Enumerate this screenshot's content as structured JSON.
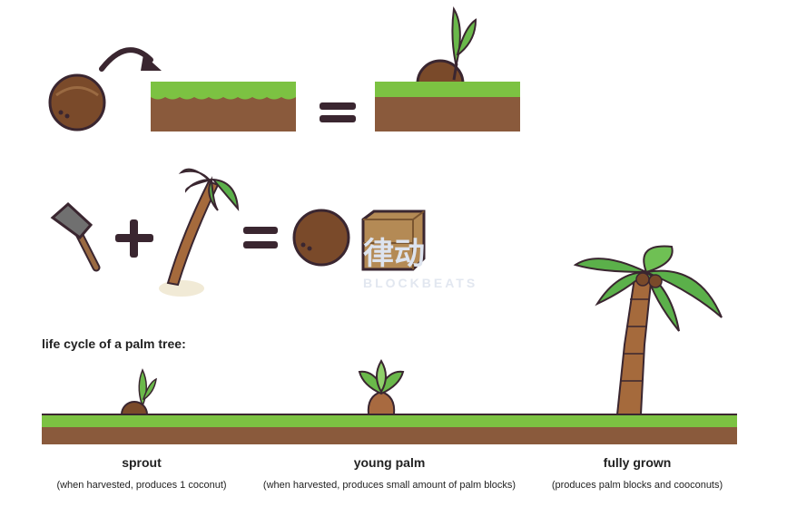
{
  "watermark": {
    "cn": "律动",
    "en": "BLOCKBEATS"
  },
  "lifecycle": {
    "title": "life cycle of a palm tree:",
    "stages": [
      {
        "name": "sprout",
        "desc": "(when harvested, produces 1 coconut)"
      },
      {
        "name": "young palm",
        "desc": "(when harvested, produces small amount of palm blocks)"
      },
      {
        "name": "fully grown",
        "desc": "(produces palm blocks and cooconuts)"
      }
    ]
  },
  "colors": {
    "grass": "#7cc242",
    "dirt": "#8a5a3c",
    "coconut": "#7a4a2a",
    "outline": "#3a2630",
    "leaf": "#5bb04a"
  }
}
